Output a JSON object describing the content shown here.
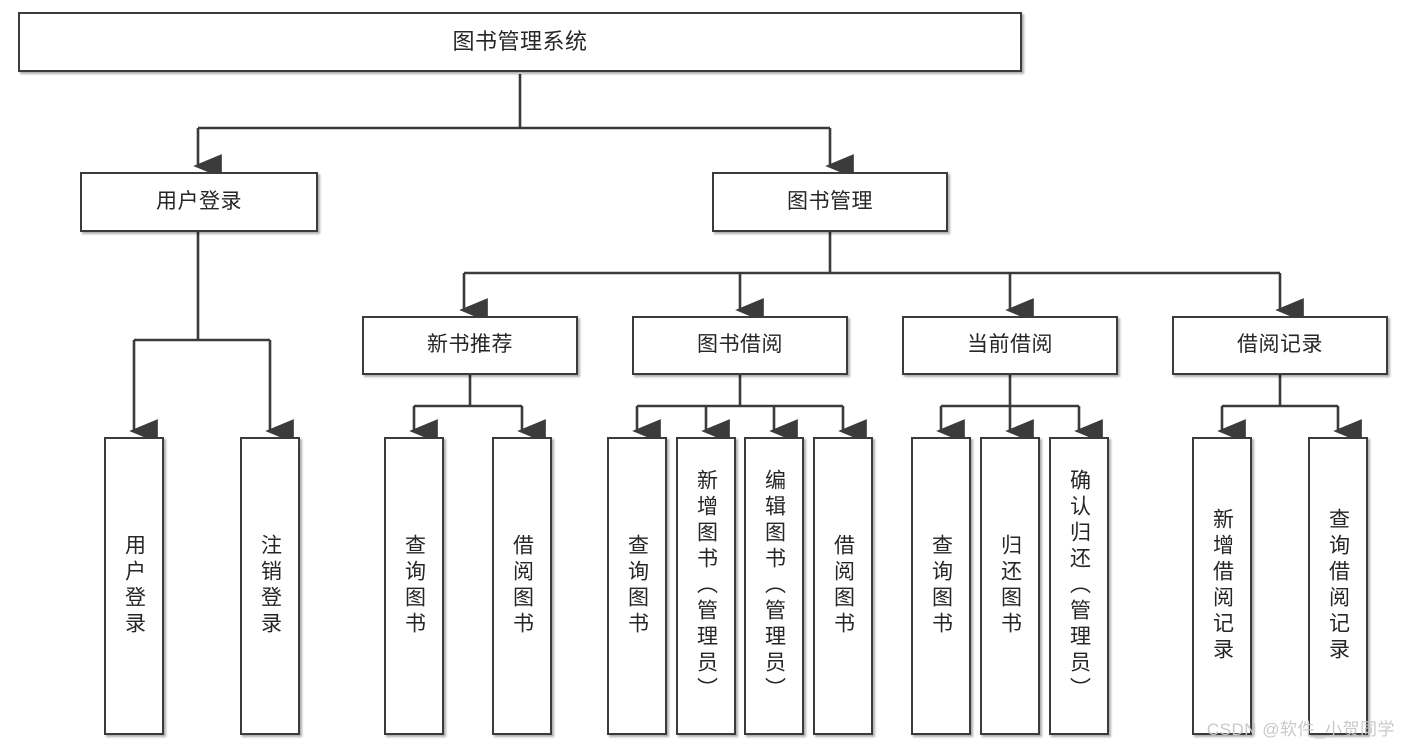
{
  "diagram": {
    "title": "图书管理系统",
    "type": "tree-structure-chart",
    "background_color": "#ffffff",
    "box_border_color": "#3b3b3b",
    "text_color": "#262626",
    "connector_color": "#3b3b3b",
    "watermark": "CSDN @软件_小贺同学",
    "watermark_color": "#c9c9c9"
  },
  "nodes": {
    "root": {
      "label": "图书管理系统",
      "level": 0
    },
    "level1": [
      {
        "id": "user-login",
        "label": "用户登录"
      },
      {
        "id": "book-management",
        "label": "图书管理"
      }
    ],
    "level2": [
      {
        "id": "new-book-recommend",
        "label": "新书推荐",
        "parent": "book-management"
      },
      {
        "id": "book-borrow",
        "label": "图书借阅",
        "parent": "book-management"
      },
      {
        "id": "current-borrow",
        "label": "当前借阅",
        "parent": "book-management"
      },
      {
        "id": "borrow-record",
        "label": "借阅记录",
        "parent": "book-management"
      }
    ],
    "leaves": {
      "user_login": [
        {
          "id": "leaf-user-login",
          "label": "用户登录"
        },
        {
          "id": "leaf-user-logout",
          "label": "注销登录"
        }
      ],
      "new_book_recommend": [
        {
          "id": "leaf-query-book-1",
          "label": "查询图书"
        },
        {
          "id": "leaf-borrow-book-1",
          "label": "借阅图书"
        }
      ],
      "book_borrow": [
        {
          "id": "leaf-query-book-2",
          "label": "查询图书"
        },
        {
          "id": "leaf-add-book",
          "label": "新增图书（管理员）"
        },
        {
          "id": "leaf-edit-book",
          "label": "编辑图书（管理员）"
        },
        {
          "id": "leaf-borrow-book-2",
          "label": "借阅图书"
        }
      ],
      "current_borrow": [
        {
          "id": "leaf-query-book-3",
          "label": "查询图书"
        },
        {
          "id": "leaf-return-book",
          "label": "归还图书"
        },
        {
          "id": "leaf-confirm-return",
          "label": "确认归还（管理员）"
        }
      ],
      "borrow_record": [
        {
          "id": "leaf-add-record",
          "label": "新增借阅记录"
        },
        {
          "id": "leaf-query-record",
          "label": "查询借阅记录"
        }
      ]
    }
  }
}
